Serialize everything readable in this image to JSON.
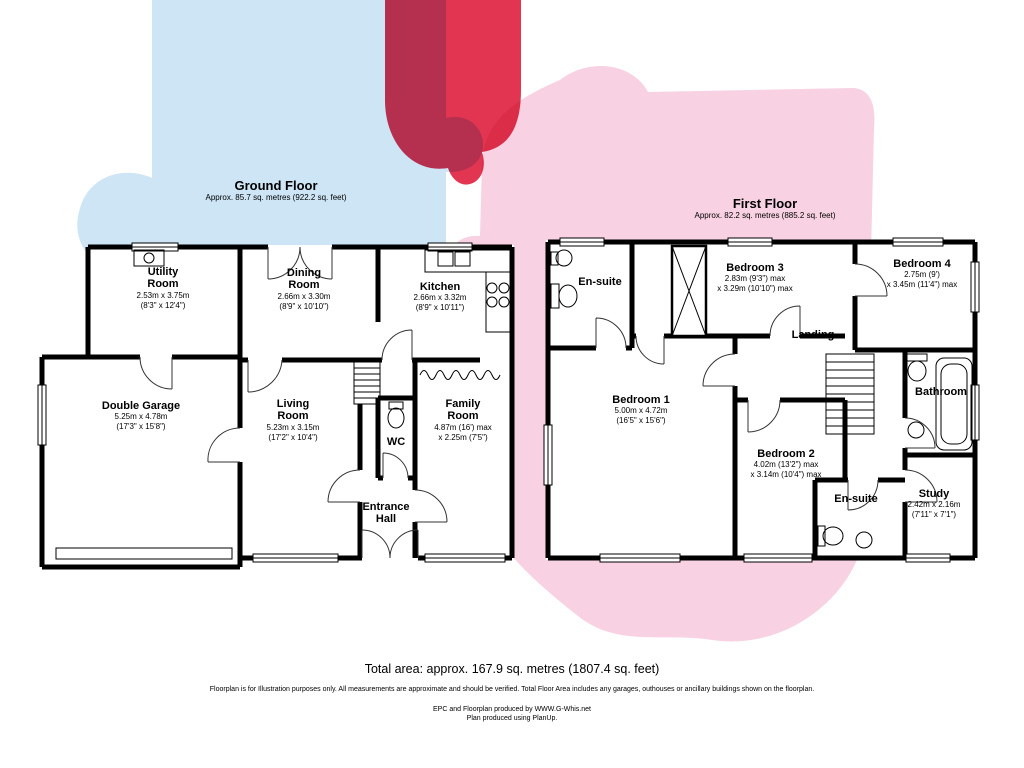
{
  "ground_floor": {
    "title": "Ground Floor",
    "subtitle": "Approx. 85.7 sq. metres (922.2 sq. feet)",
    "rooms": {
      "utility": {
        "name": "Utility Room",
        "dims_m": "2.53m x 3.75m",
        "dims_ft": "(8'3\" x 12'4\")"
      },
      "dining": {
        "name": "Dining Room",
        "dims_m": "2.66m x 3.30m",
        "dims_ft": "(8'9\" x 10'10\")"
      },
      "kitchen": {
        "name": "Kitchen",
        "dims_m": "2.66m x 3.32m",
        "dims_ft": "(8'9\" x 10'11\")"
      },
      "garage": {
        "name": "Double Garage",
        "dims_m": "5.25m x 4.78m",
        "dims_ft": "(17'3\" x 15'8\")"
      },
      "living": {
        "name": "Living Room",
        "dims_m": "5.23m x 3.15m",
        "dims_ft": "(17'2\" x 10'4\")"
      },
      "family": {
        "name": "Family Room",
        "dims_m": "4.87m (16') max",
        "dims_ft": "x 2.25m (7'5\")"
      },
      "wc": {
        "name": "WC"
      },
      "hall": {
        "name": "Entrance Hall"
      }
    }
  },
  "first_floor": {
    "title": "First Floor",
    "subtitle": "Approx. 82.2 sq. metres (885.2 sq. feet)",
    "rooms": {
      "ensuite_top": {
        "name": "En-suite"
      },
      "bedroom3": {
        "name": "Bedroom 3",
        "dims_m": "2.83m (9'3\") max",
        "dims_ft": "x 3.29m (10'10\") max"
      },
      "bedroom4": {
        "name": "Bedroom 4",
        "dims_m": "2.75m (9')",
        "dims_ft": "x 3.45m (11'4\") max"
      },
      "landing": {
        "name": "Landing"
      },
      "bedroom1": {
        "name": "Bedroom 1",
        "dims_m": "5.00m x 4.72m",
        "dims_ft": "(16'5\" x 15'6\")"
      },
      "bathroom": {
        "name": "Bathroom"
      },
      "bedroom2": {
        "name": "Bedroom 2",
        "dims_m": "4.02m (13'2\") max",
        "dims_ft": "x 3.14m (10'4\") max"
      },
      "ensuite_bottom": {
        "name": "En-suite"
      },
      "study": {
        "name": "Study",
        "dims_m": "2.42m x 2.16m",
        "dims_ft": "(7'11\" x 7'1\")"
      }
    }
  },
  "footer": {
    "total_area": "Total area: approx. 167.9 sq. metres (1807.4 sq. feet)",
    "disclaimer": "Floorplan is for Illustration purposes only. All measurements are approximate and should be verified. Total Floor Area includes any garages, outhouses or ancillary buildings shown on the floorplan.",
    "epc_line": "EPC and Floorplan produced by WWW.G-Whis.net",
    "planup_line": "Plan produced using PlanUp."
  },
  "colors": {
    "wall": "#000000",
    "puzzle_blue": "#cde5f4",
    "puzzle_red": "#e23551",
    "puzzle_pink": "#f8d2e2"
  }
}
